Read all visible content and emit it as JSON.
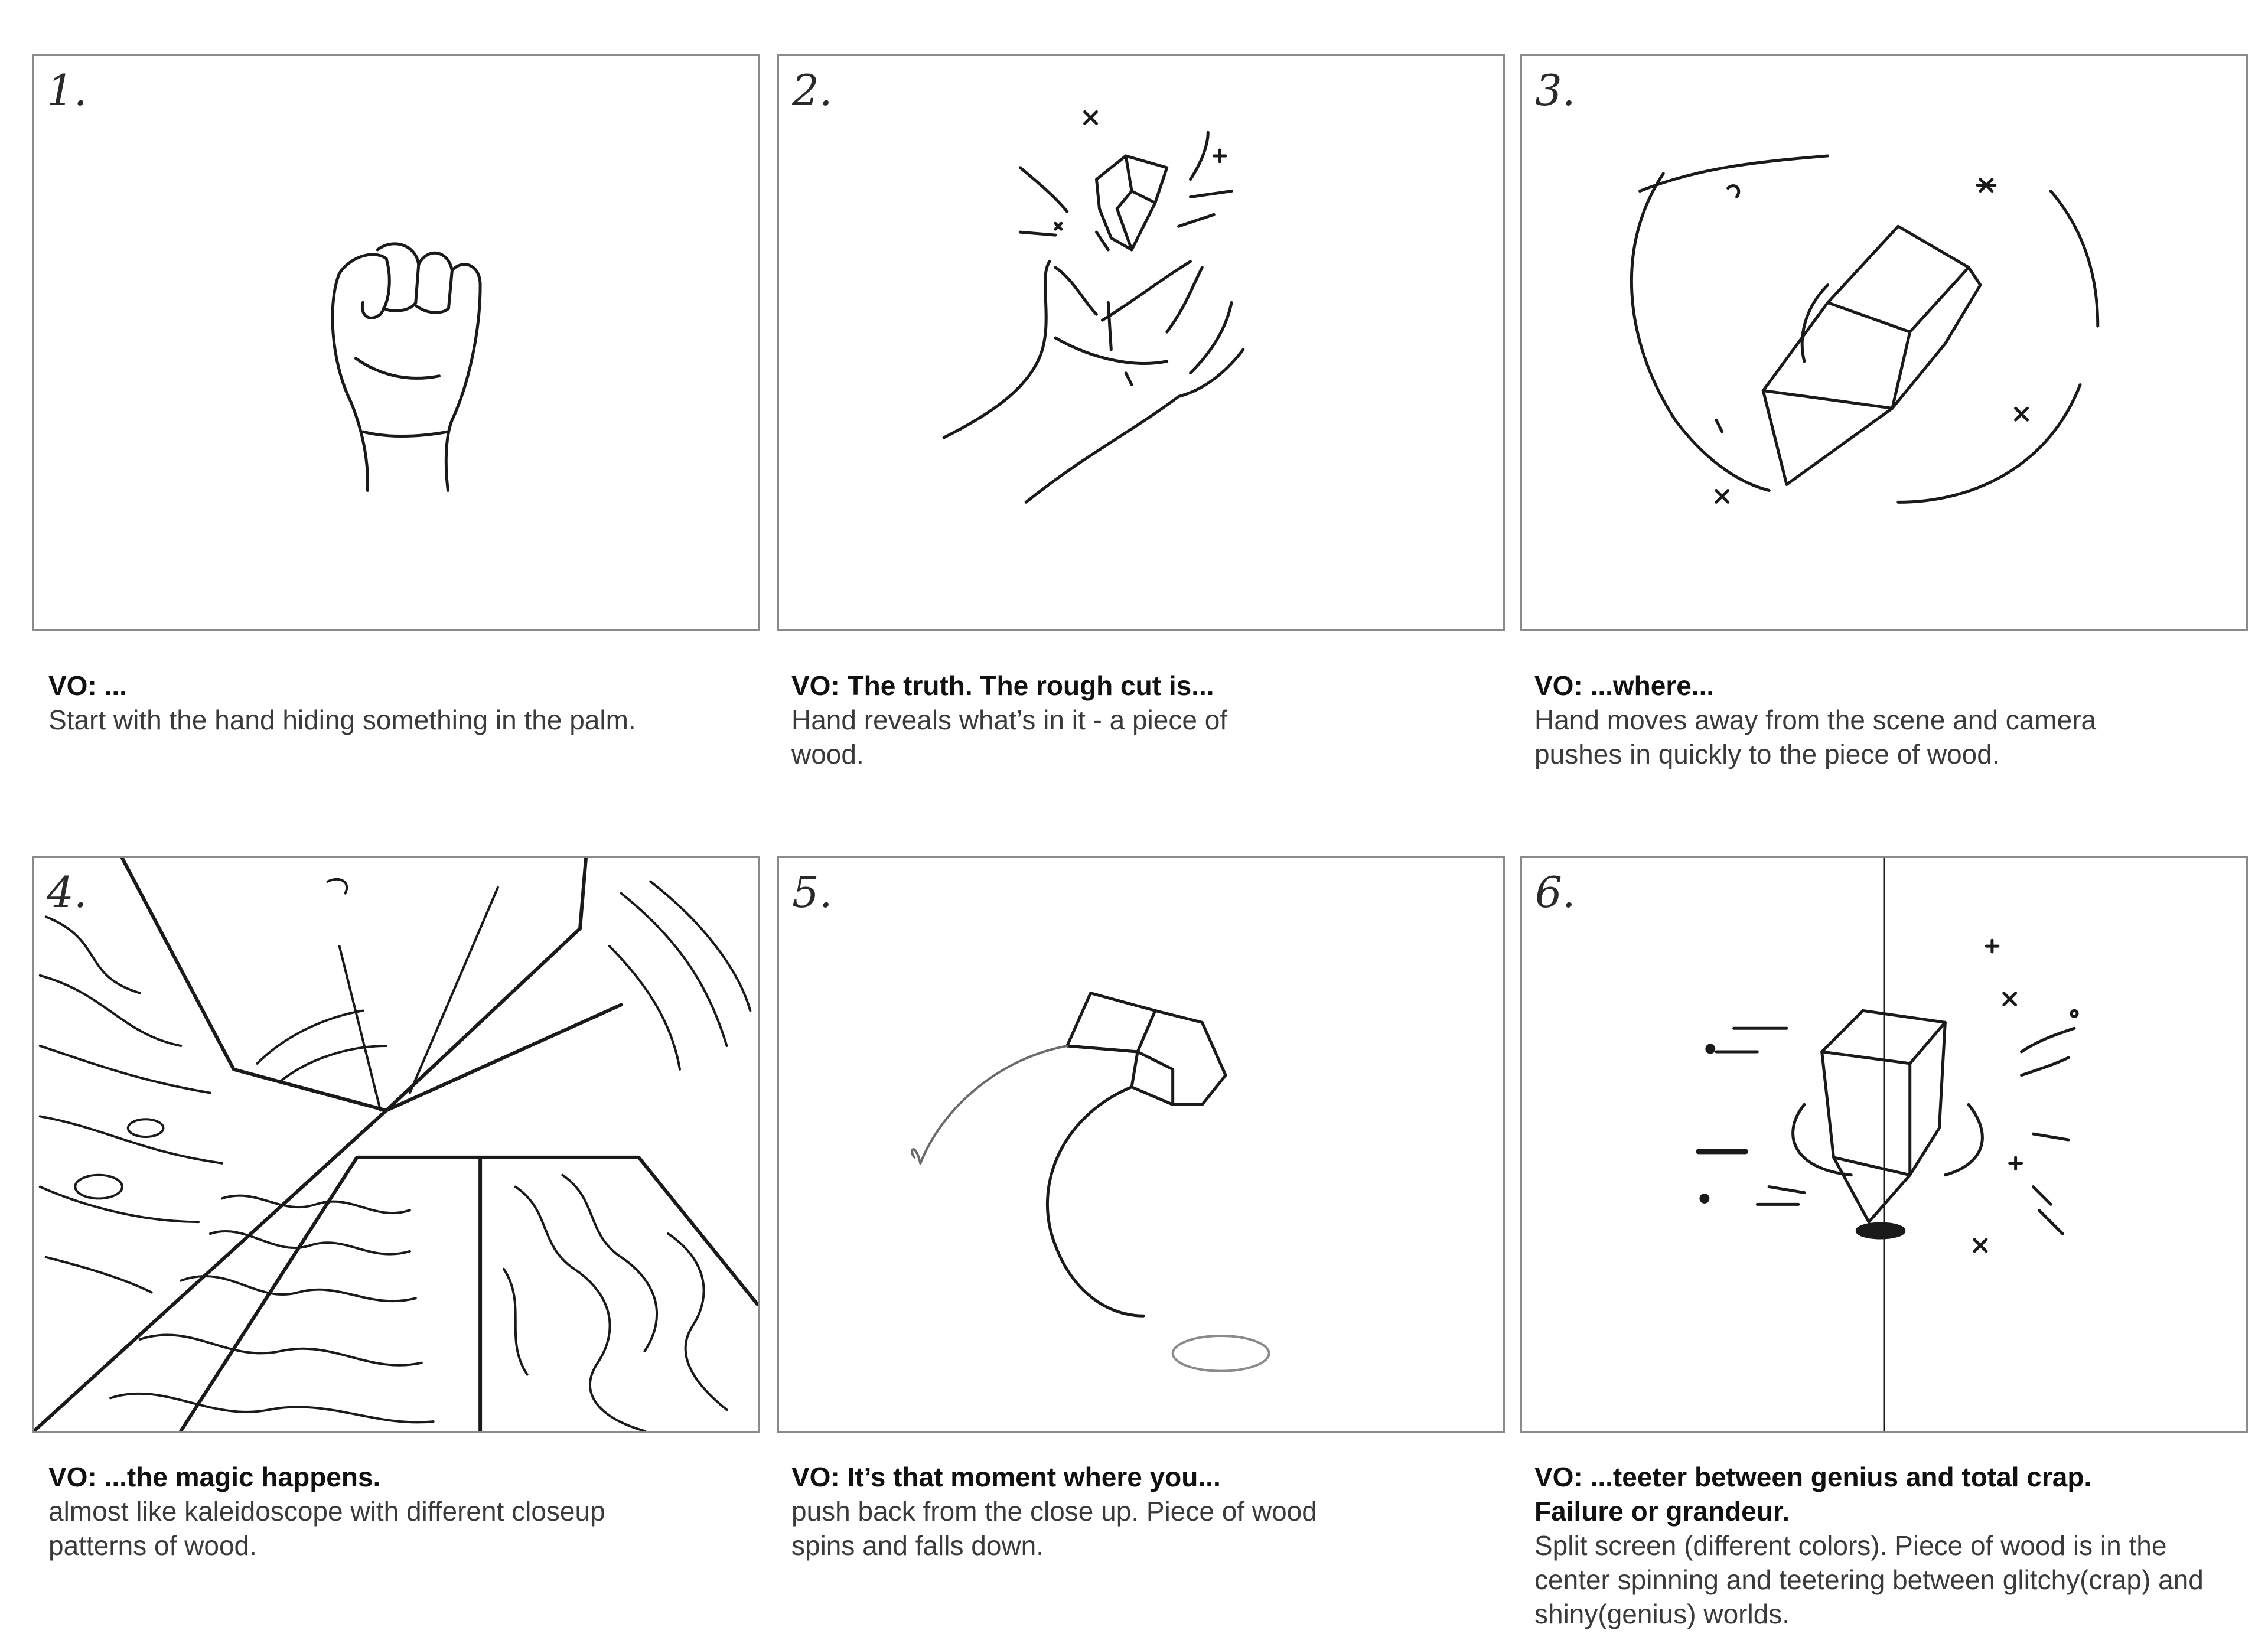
{
  "panels": [
    {
      "number": "1.",
      "vo": "VO: ...",
      "desc": "Start with the hand hiding something in the palm."
    },
    {
      "number": "2.",
      "vo": "VO: The truth. The rough cut is...",
      "desc": "Hand reveals what’s in it - a piece of wood."
    },
    {
      "number": "3.",
      "vo": "VO: ...where...",
      "desc": "Hand moves away from the scene and camera pushes in quickly to the piece of wood."
    },
    {
      "number": "4.",
      "vo": "VO: ...the magic happens.",
      "desc": "almost like kaleidoscope with different closeup patterns of wood."
    },
    {
      "number": "5.",
      "vo": "VO: It’s that moment where you...",
      "desc": "push back from the close up. Piece of wood spins and falls down."
    },
    {
      "number": "6.",
      "vo": "VO: ...teeter between genius and total crap. Failure or grandeur.",
      "desc": "Split screen (different colors). Piece of wood is in the center spinning and teetering between glitchy(crap) and shiny(genius) worlds."
    }
  ],
  "colors": {
    "border": "#8a8a8a",
    "ink": "#1a1a1a",
    "caption_text": "#3a3a3a"
  },
  "icons": [
    "fist-sketch",
    "open-hand-sketch",
    "wood-block-sketch",
    "wood-grain-sketch",
    "spinning-wood-sketch"
  ]
}
